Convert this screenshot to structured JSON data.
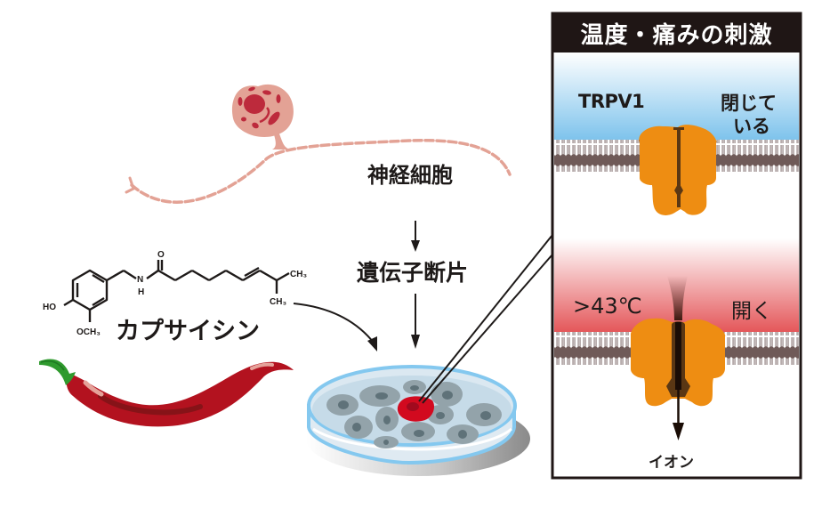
{
  "diagram": {
    "neuron_label": "神経細胞",
    "gene_fragment_label": "遺伝子断片",
    "capsaicin_label": "カプサイシン",
    "molecule": {
      "hydroxyl": "HO",
      "methoxy": "OCH₃",
      "nitrogen": "N",
      "hydrogen": "H",
      "oxygen": "O",
      "methyl_1": "CH₃",
      "methyl_2": "CH₃"
    },
    "panel": {
      "title": "温度・痛みの刺激",
      "channel_name": "TRPV1",
      "closed_state_line1": "閉じて",
      "closed_state_line2": "いる",
      "temperature_threshold": ">43℃",
      "open_state": "開く",
      "ion_label": "イオン"
    },
    "colors": {
      "panel_header": "#1f1615",
      "cool_blue": "#7ec3ec",
      "heat_red": "#e4575a",
      "channel_orange": "#ee8d12",
      "channel_pore": "#5a3714",
      "membrane": "#6f5a58",
      "neuron_body": "#e3a295",
      "neuron_organelle": "#bd2a3c",
      "pepper_red": "#b3121f",
      "pepper_stem": "#2f9a2e",
      "dish_rim": "#84c8ef",
      "dish_medium": "#c6dbe8",
      "cell_gray": "#93a3aa",
      "target_cell": "#d20a1f"
    }
  }
}
